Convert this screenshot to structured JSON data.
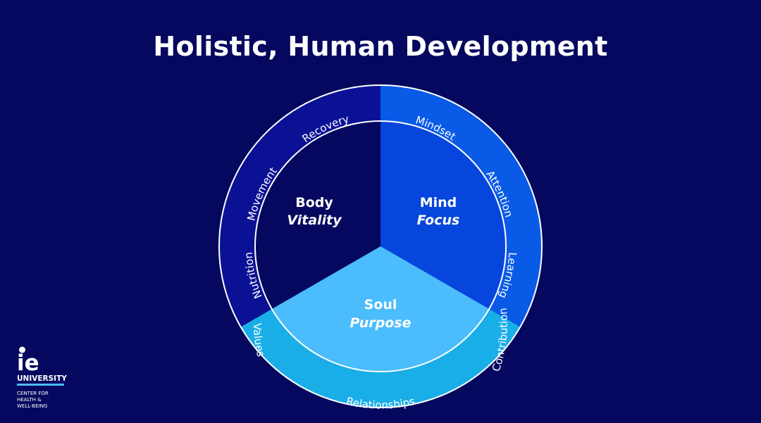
{
  "title": "Holistic, Human Development",
  "colors": {
    "background": "#05085e",
    "body_outer": "#0b1194",
    "body_inner": "#05085e",
    "mind_outer": "#0a5ae8",
    "mind_inner": "#0646dc",
    "soul_outer": "#1aaee8",
    "soul_inner": "#4bbcfc",
    "stroke": "#ffffff",
    "text": "#ffffff"
  },
  "segments": [
    {
      "id": "mind",
      "name": "Mind",
      "quality": "Focus",
      "items": [
        "Mindset",
        "Attention",
        "Learning"
      ]
    },
    {
      "id": "soul",
      "name": "Soul",
      "quality": "Purpose",
      "items": [
        "Contribution",
        "Relationships",
        "Values"
      ]
    },
    {
      "id": "body",
      "name": "Body",
      "quality": "Vitality",
      "items": [
        "Nutrition",
        "Movement",
        "Recovery"
      ]
    }
  ],
  "logo": {
    "mark": "ie",
    "university": "UNIVERSITY",
    "center_line1": "CENTER FOR",
    "center_line2": "HEALTH &",
    "center_line3": "WELL-BEING"
  }
}
